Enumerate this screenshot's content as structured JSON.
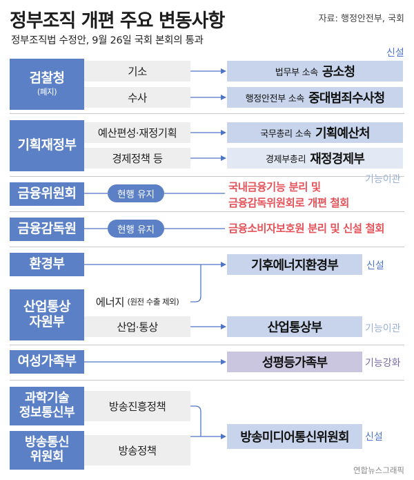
{
  "header": {
    "title": "정부조직 개편 주요 변동사항",
    "source": "자료: 행정안전부, 국회",
    "subtitle": "정부조직법 수정안, 9월 26일 국회 본회의 통과"
  },
  "legend_top": "신설",
  "rows": {
    "prosecution": {
      "ministry": "검찰청",
      "ministry_sub": "(폐지)",
      "f1": "기소",
      "f2": "수사",
      "r1_pre": "법무부 소속",
      "r1_main": "공소청",
      "r2_pre": "행정안전부 소속",
      "r2_main": "중대범죄수사청"
    },
    "finance": {
      "ministry": "기획재정부",
      "f1": "예산편성·재정기획",
      "f2": "경제정책 등",
      "r1_pre": "국무총리 소속",
      "r1_main": "기획예산처",
      "r2_pre": "경제부총리",
      "r2_main": "재정경제부",
      "note": "기능이관"
    },
    "fsc": {
      "ministry": "금융위원회",
      "pill": "현행 유지",
      "red1": "국내금융기능 분리 및",
      "red2": "금융감독위원회로 개편 철회"
    },
    "fss": {
      "ministry": "금융감독원",
      "pill": "현행 유지",
      "red": "금융소비자보호원 분리 및 신설 철회"
    },
    "env": {
      "ministry": "환경부",
      "result": "기후에너지환경부",
      "note": "신설"
    },
    "industry": {
      "ministry_l1": "산업통상",
      "ministry_l2": "자원부",
      "f1": "에너지",
      "f1_paren": "(원전 수출 제외)",
      "f2": "산업·통상",
      "result": "산업통상부",
      "note": "기능이관"
    },
    "gender": {
      "ministry": "여성가족부",
      "result": "성평등가족부",
      "note": "기능강화"
    },
    "msit": {
      "ministry_l1": "과학기술",
      "ministry_l2": "정보통신부",
      "f1": "방송진흥정책"
    },
    "kcc": {
      "ministry_l1": "방송통신",
      "ministry_l2": "위원회",
      "f1": "방송정책",
      "result": "방송미디어통신위원회",
      "note": "신설"
    }
  },
  "credit": "연합뉴스그래픽",
  "colors": {
    "ministry_blue": "#5b80c6",
    "result_blue": "#c7d4ec",
    "result_lavender": "#cbc6df",
    "function_gray": "#eeeeee",
    "red": "#e4535a",
    "connector": "#4d75c5"
  }
}
